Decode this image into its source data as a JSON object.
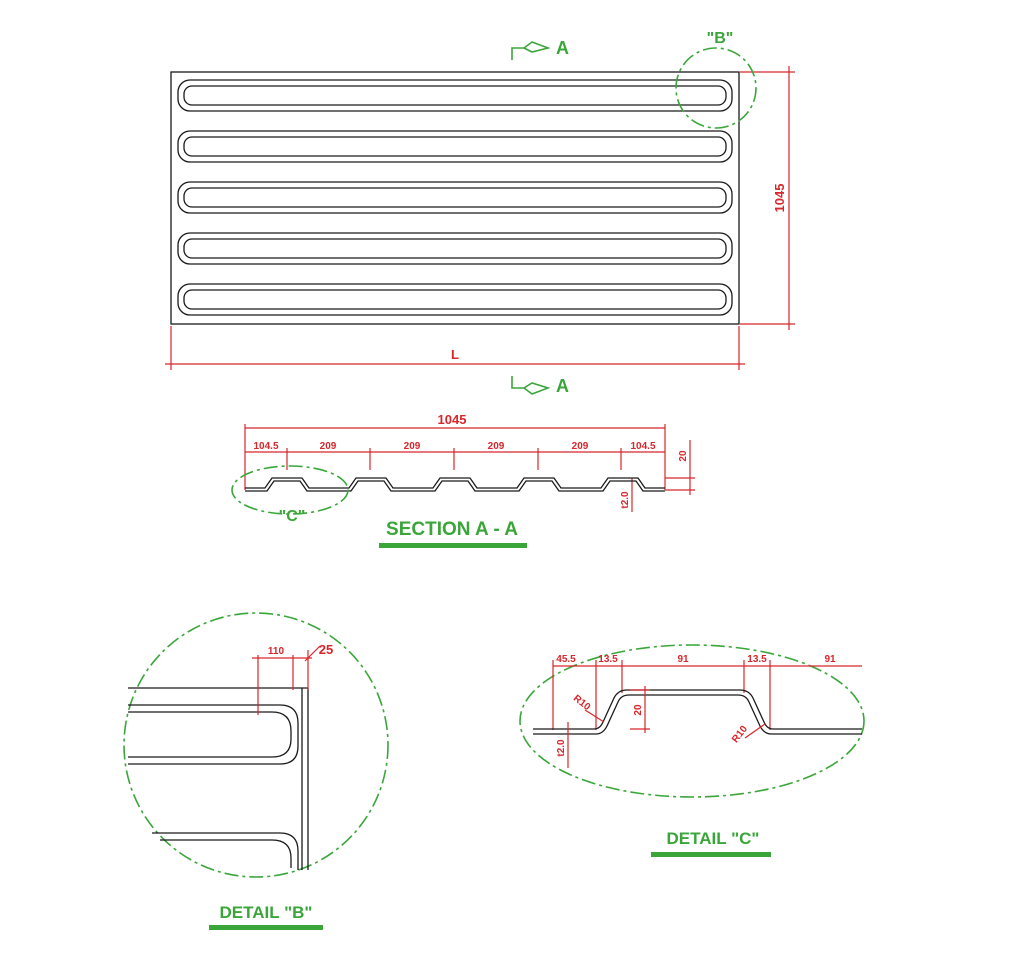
{
  "plan_view": {
    "width_dim": "1045",
    "length_dim": "L",
    "section_marker_top": "A",
    "section_marker_bottom": "A",
    "detail_b_marker": "\"B\""
  },
  "section_aa": {
    "title": "SECTION A - A",
    "overall_dim": "1045",
    "segments": [
      "104.5",
      "209",
      "209",
      "209",
      "209",
      "104.5"
    ],
    "height_dim": "20",
    "thickness_dim": "t2.0",
    "detail_c_marker": "\"C\""
  },
  "detail_b": {
    "title": "DETAIL \"B\"",
    "dim_110": "110",
    "dim_25": "25"
  },
  "detail_c": {
    "title": "DETAIL  \"C\"",
    "dims": [
      "45.5",
      "13.5",
      "91",
      "13.5",
      "91"
    ],
    "height_dim": "20",
    "thickness_dim": "t2.0",
    "radius_left": "R10",
    "radius_right": "R10"
  },
  "colors": {
    "dimension": "#d8262c",
    "outline": "#1a1a1a",
    "callout": "#3aa63a"
  }
}
